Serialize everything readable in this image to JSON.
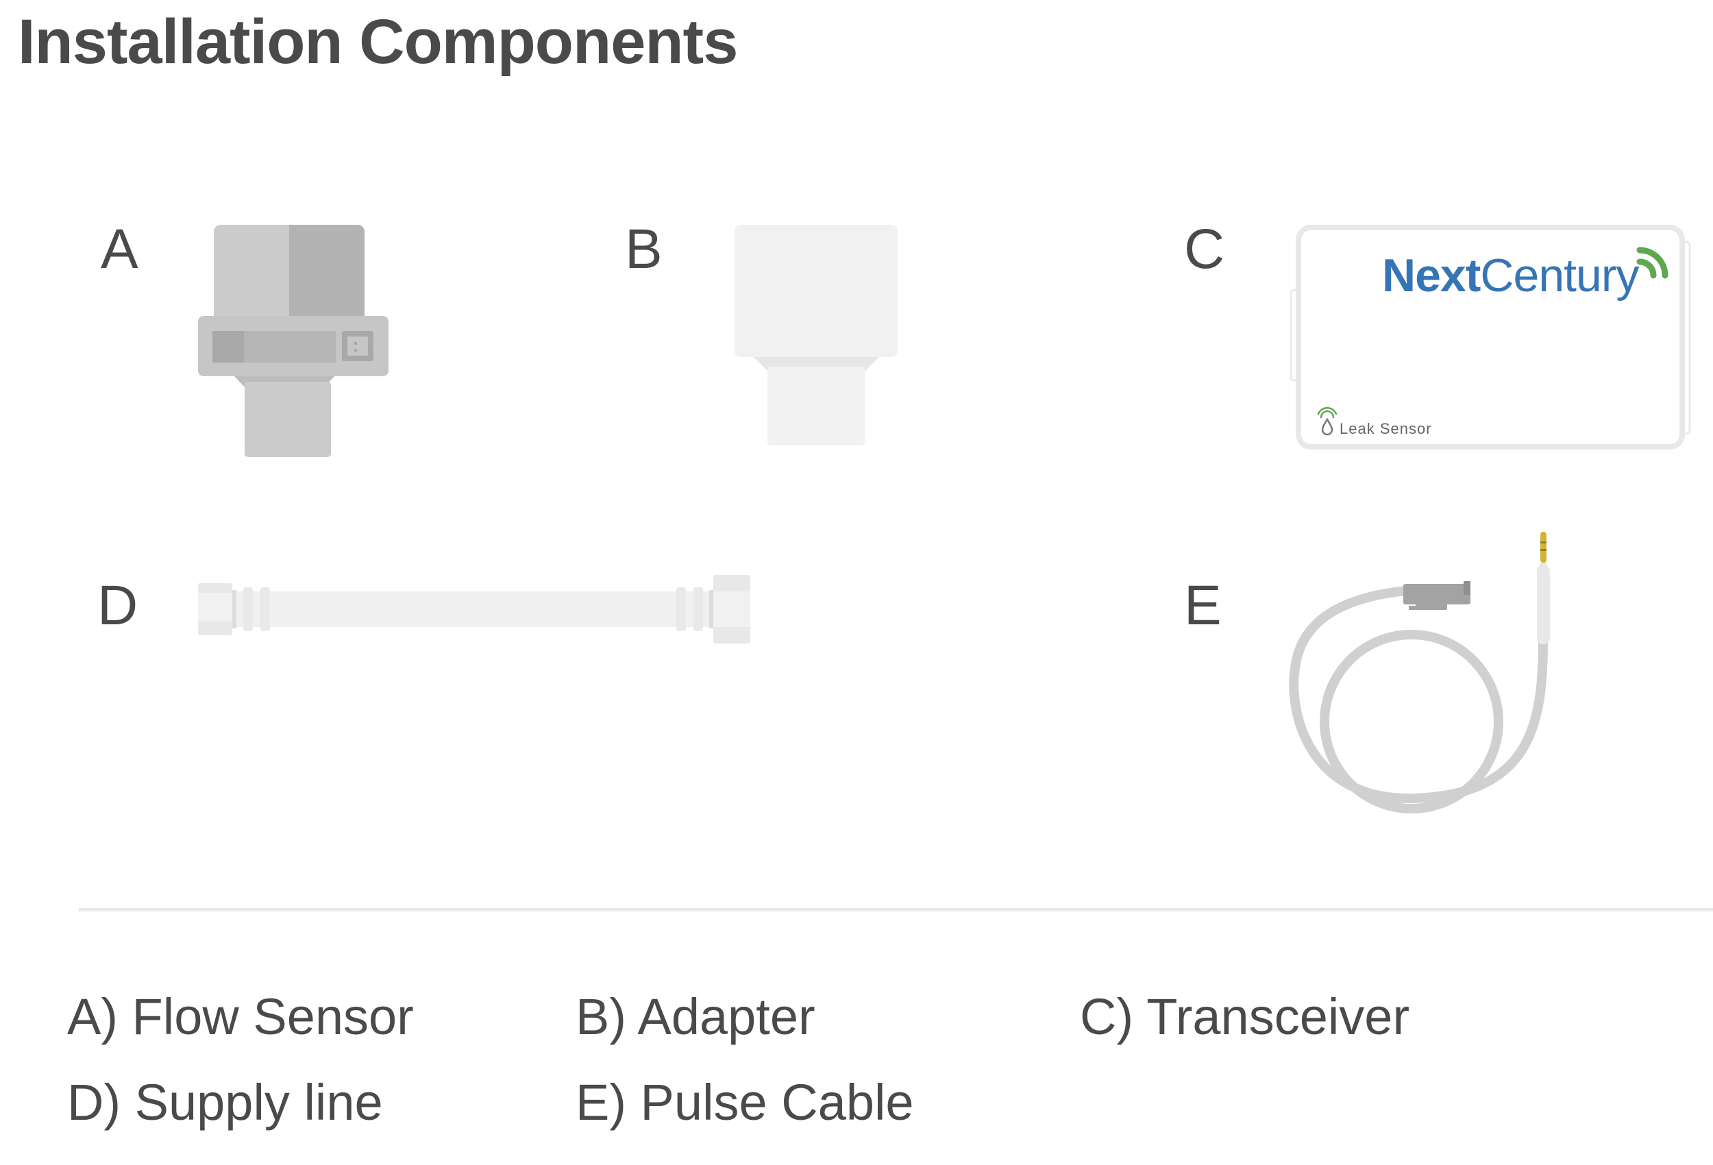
{
  "title": "Installation Components",
  "figure_letters": {
    "a": "A",
    "b": "B",
    "c": "C",
    "d": "D",
    "e": "E"
  },
  "transceiver": {
    "brand_next": "Next",
    "brand_century": "Century",
    "sensor_label": "Leak Sensor"
  },
  "legend": {
    "a": "A) Flow Sensor",
    "b": "B) Adapter",
    "c": "C) Transceiver",
    "d": "D) Supply line",
    "e": "E) Pulse Cable"
  },
  "colors": {
    "brand_blue": "#3575b5",
    "signal_green": "#5fa84f",
    "part_gray": "#c8c8c8",
    "part_light": "#f0f0f0",
    "cable_tip_gold": "#d6b232"
  }
}
